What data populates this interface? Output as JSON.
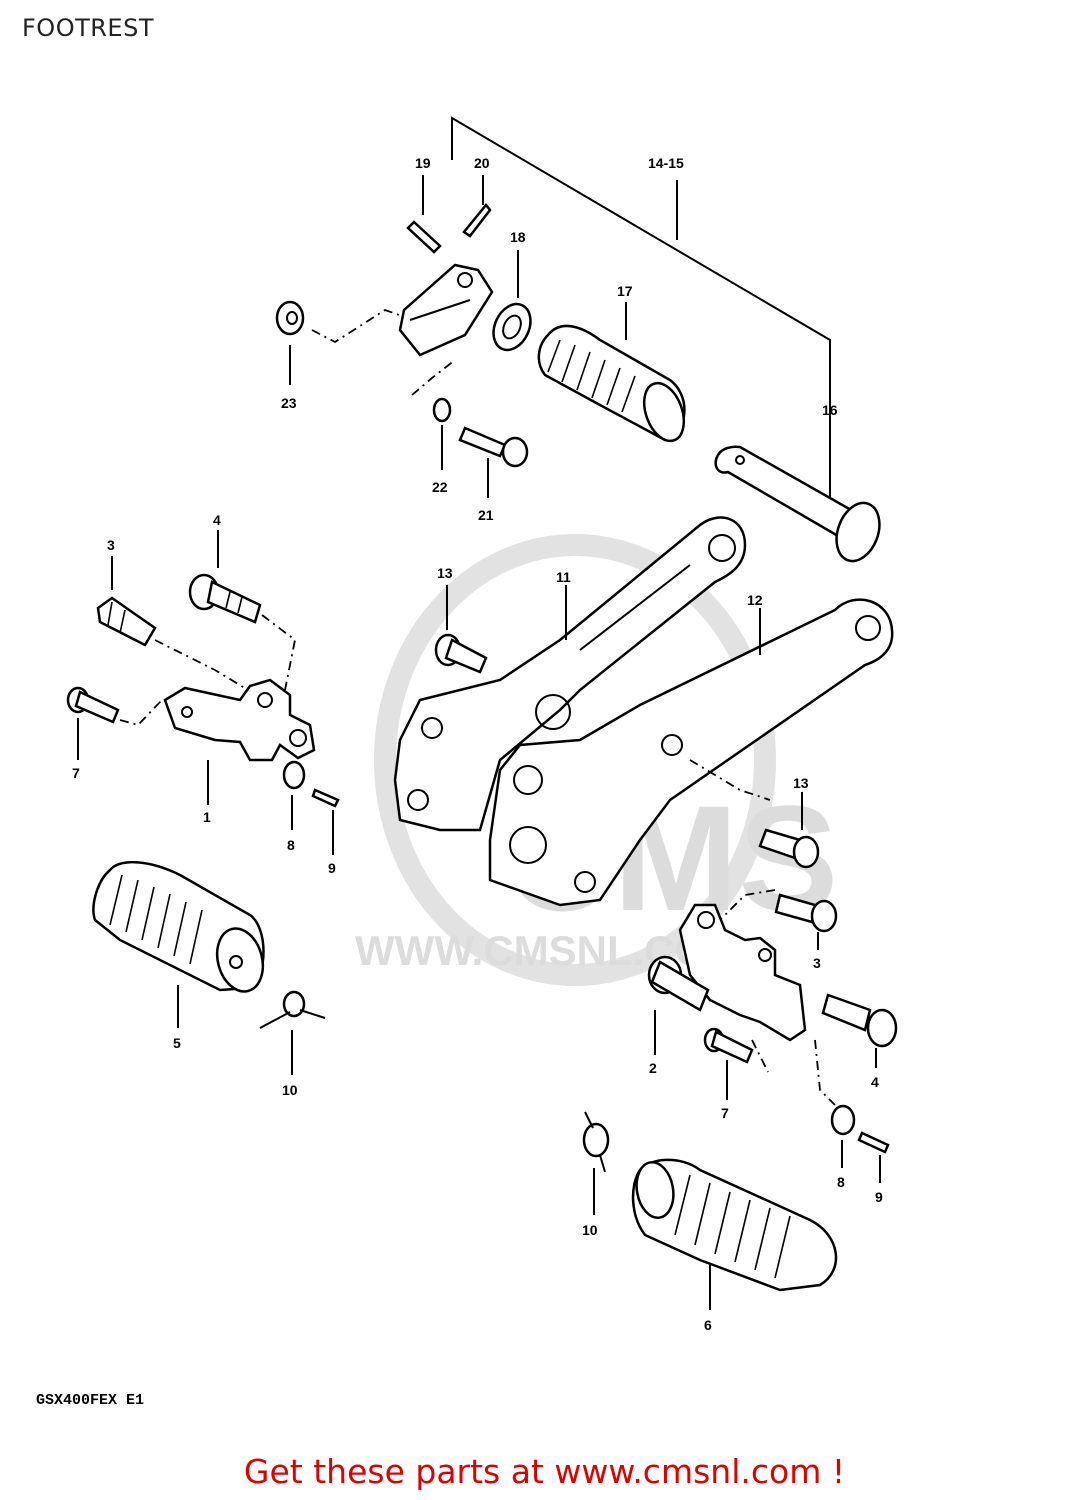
{
  "page": {
    "title": "FOOTREST",
    "model_code": "GSX400FEX E1",
    "footer_text": "Get these parts at www.cmsnl.com !",
    "watermark_text": "WWW.CMSNL.COM",
    "watermark_logo": "CMS",
    "accent_color": "#e00000"
  },
  "callouts": {
    "c19": "19",
    "c20": "20",
    "c1415": "14-15",
    "c18": "18",
    "c17": "17",
    "c23": "23",
    "c16": "16",
    "c22": "22",
    "c21": "21",
    "c4a": "4",
    "c3a": "3",
    "c13a": "13",
    "c11": "11",
    "c12": "12",
    "c7a": "7",
    "c1": "1",
    "c8a": "8",
    "c9a": "9",
    "c13b": "13",
    "c3b": "3",
    "c5": "5",
    "c10a": "10",
    "c2": "2",
    "c4b": "4",
    "c7b": "7",
    "c8b": "8",
    "c9b": "9",
    "c10b": "10",
    "c6": "6"
  }
}
